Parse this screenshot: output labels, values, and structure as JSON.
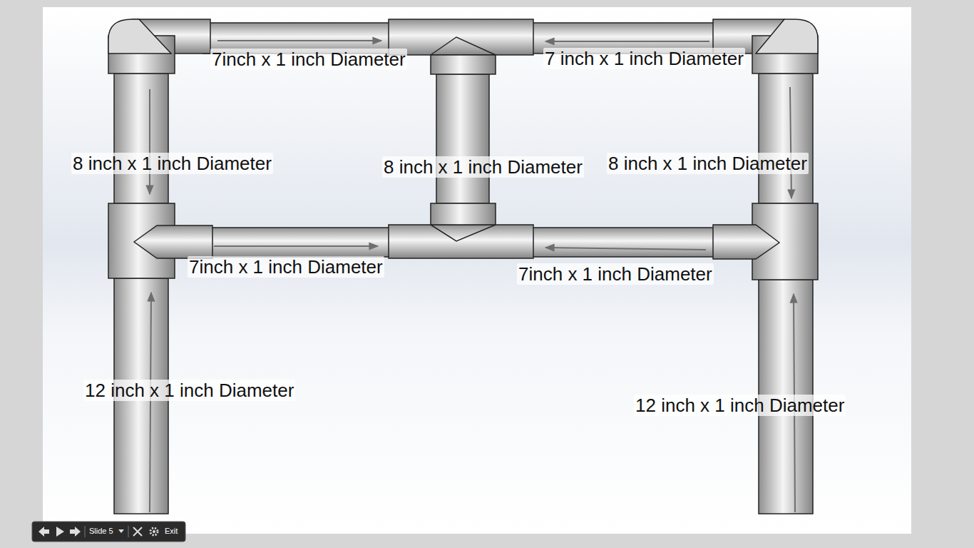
{
  "diagram": {
    "labels": [
      "7inch x 1 inch Diameter",
      "7 inch x 1 inch Diameter",
      "8 inch x 1 inch Diameter",
      "8 inch x 1 inch Diameter",
      "8 inch x 1 inch Diameter",
      "7inch x 1 inch Diameter",
      "7inch x 1 inch Diameter",
      "12 inch x 1 inch Diameter",
      "12 inch x 1 inch Diameter",
      "Slide 5",
      "Exit"
    ]
  }
}
